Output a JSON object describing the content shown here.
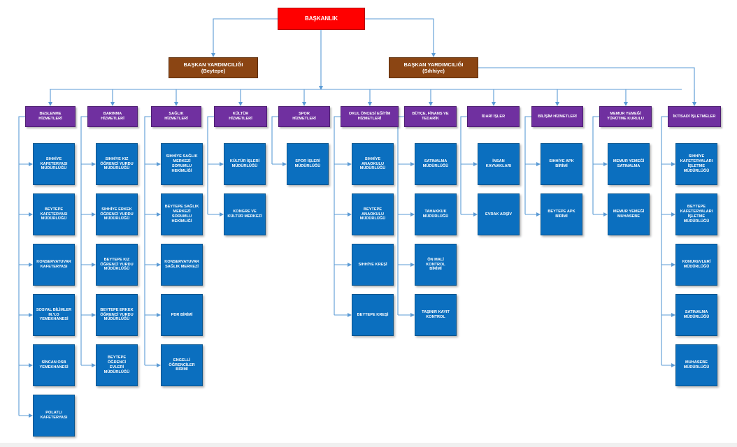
{
  "colors": {
    "root": "#ff0000",
    "vice": "#8b4513",
    "dept": "#7030a0",
    "unit": "#0b6fbf",
    "connector": "#5b9bd5"
  },
  "root": "BAŞKANLIK",
  "vice": [
    "BAŞKAN YARDIMCILIĞI\n(Beytepe)",
    "BAŞKAN YARDIMCILIĞI\n(Sıhhiye)"
  ],
  "departments": [
    {
      "title": "BESLENME\nHİZMETLERİ",
      "units": [
        "SIHHİYE\nKAFETERYASI\nMÜDÜRLÜĞÜ",
        "BEYTEPE\nKAFETERYASI\nMÜDÜRLÜĞÜ",
        "KONSERVATUVAR\nKAFETERYASI",
        "SOSYAL BİLİMLER\nM.Y.O\nYEMEKHANESİ",
        "SİNCAN OSB\nYEMEKHANESİ",
        "POLATLI\nKAFETERYASI"
      ]
    },
    {
      "title": "BARINMA\nHİZMETLERİ",
      "units": [
        "SIHHİYE KIZ\nÖĞRENCİ YURDU\nMÜDÜRLÜĞÜ",
        "SIHHİYE ERKEK\nÖĞRENCİ YURDU\nMÜDÜRLÜĞÜ",
        "BEYTEPE KIZ\nÖĞRENCİ YURDU\nMÜDÜRLÜĞÜ",
        "BEYTEPE ERKEK\nÖĞRENCİ YURDU\nMÜDÜRLÜĞÜ",
        "BEYTEPE ÖĞRENCİ\nEVLERİ\nMÜDÜRLÜĞÜ"
      ]
    },
    {
      "title": "SAĞLIK\nHİZMETLERİ",
      "units": [
        "SIHHİYE SAĞLIK\nMERKEZİ\nSORUMLU\nHEKİMLİĞİ",
        "BEYTEPE SAĞLIK\nMERKEZİ\nSORUMLU\nHEKİMLİĞİ",
        "KONSERVATUVAR\nSAĞLIK MERKEZİ",
        "PDR BİRİMİ",
        "ENGELLİ\nÖĞRENCİLER\nBİRİMİ"
      ]
    },
    {
      "title": "KÜLTÜR\nHİZMETLERİ",
      "units": [
        "KÜLTÜR İŞLERİ\nMÜDÜRLÜĞÜ",
        "KONGRE VE\nKÜLTÜR MERKEZİ"
      ]
    },
    {
      "title": "SPOR\nHİZMETLERİ",
      "units": [
        "SPOR İŞLERİ\nMÜDÜRLÜĞÜ"
      ]
    },
    {
      "title": "OKUL ÖNCESİ EĞİTİM\nHİZMETLERİ",
      "units": [
        "SIHHİYE\nANAOKULU\nMÜDÜRLÜĞÜ",
        "BEYTEPE\nANAOKULU\nMÜDÜRLÜĞÜ",
        "SIHHİYE KREŞİ",
        "BEYTEPE KREŞİ"
      ]
    },
    {
      "title": "BÜTÇE, FİNANS VE\nTEDARİK",
      "units": [
        "SATINALMA\nMÜDÜRLÜĞÜ",
        "TAHAKKUK\nMÜDÜRLÜĞÜ",
        "ÖN MALİ KONTROL\nBİRİMİ",
        "TAŞINIR KAYIT\nKONTROL"
      ]
    },
    {
      "title": "İDARİ İŞLER",
      "units": [
        "İNSAN\nKAYNAKLARI",
        "EVRAK ARŞİV"
      ]
    },
    {
      "title": "BİLİŞİM HİZMETLERİ",
      "units": [
        "SIHHİYE APK\nBİRİMİ",
        "BEYTEPE APK\nBİRİMİ"
      ]
    },
    {
      "title": "MEMUR YEMEĞİ\nYÜRÜTME KURULU",
      "units": [
        "MEMUR YEMEĞİ\nSATINALMA",
        "MEMUR YEMEĞİ\nMUHASEBE"
      ]
    },
    {
      "title": "İKTİSADİ İŞLETMELER",
      "units": [
        "SIHHİYE\nKAFETERYALARI\nİŞLETME\nMÜDÜRLÜĞÜ",
        "BEYTEPE\nKAFETERYALARI\nİŞLETME\nMÜDÜRLÜĞÜ",
        "KONUKEVLERİ\nMÜDÜRLÜĞÜ",
        "SATINALMA\nMÜDÜRLÜĞÜ",
        "MUHASEBE\nMÜDÜRLÜĞÜ"
      ]
    }
  ]
}
